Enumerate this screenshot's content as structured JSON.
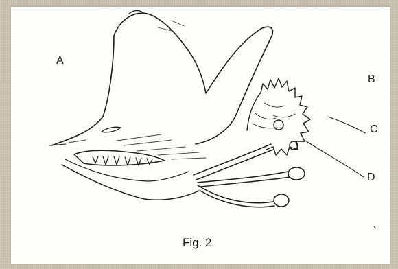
{
  "labels": {
    "a": "A",
    "b": "B",
    "c": "C",
    "d": "D"
  },
  "caption": "Fig. 2",
  "colors": {
    "ink": "#1a1a1a",
    "paper": "#fdfdfb",
    "frame": "#cfc8b6"
  }
}
